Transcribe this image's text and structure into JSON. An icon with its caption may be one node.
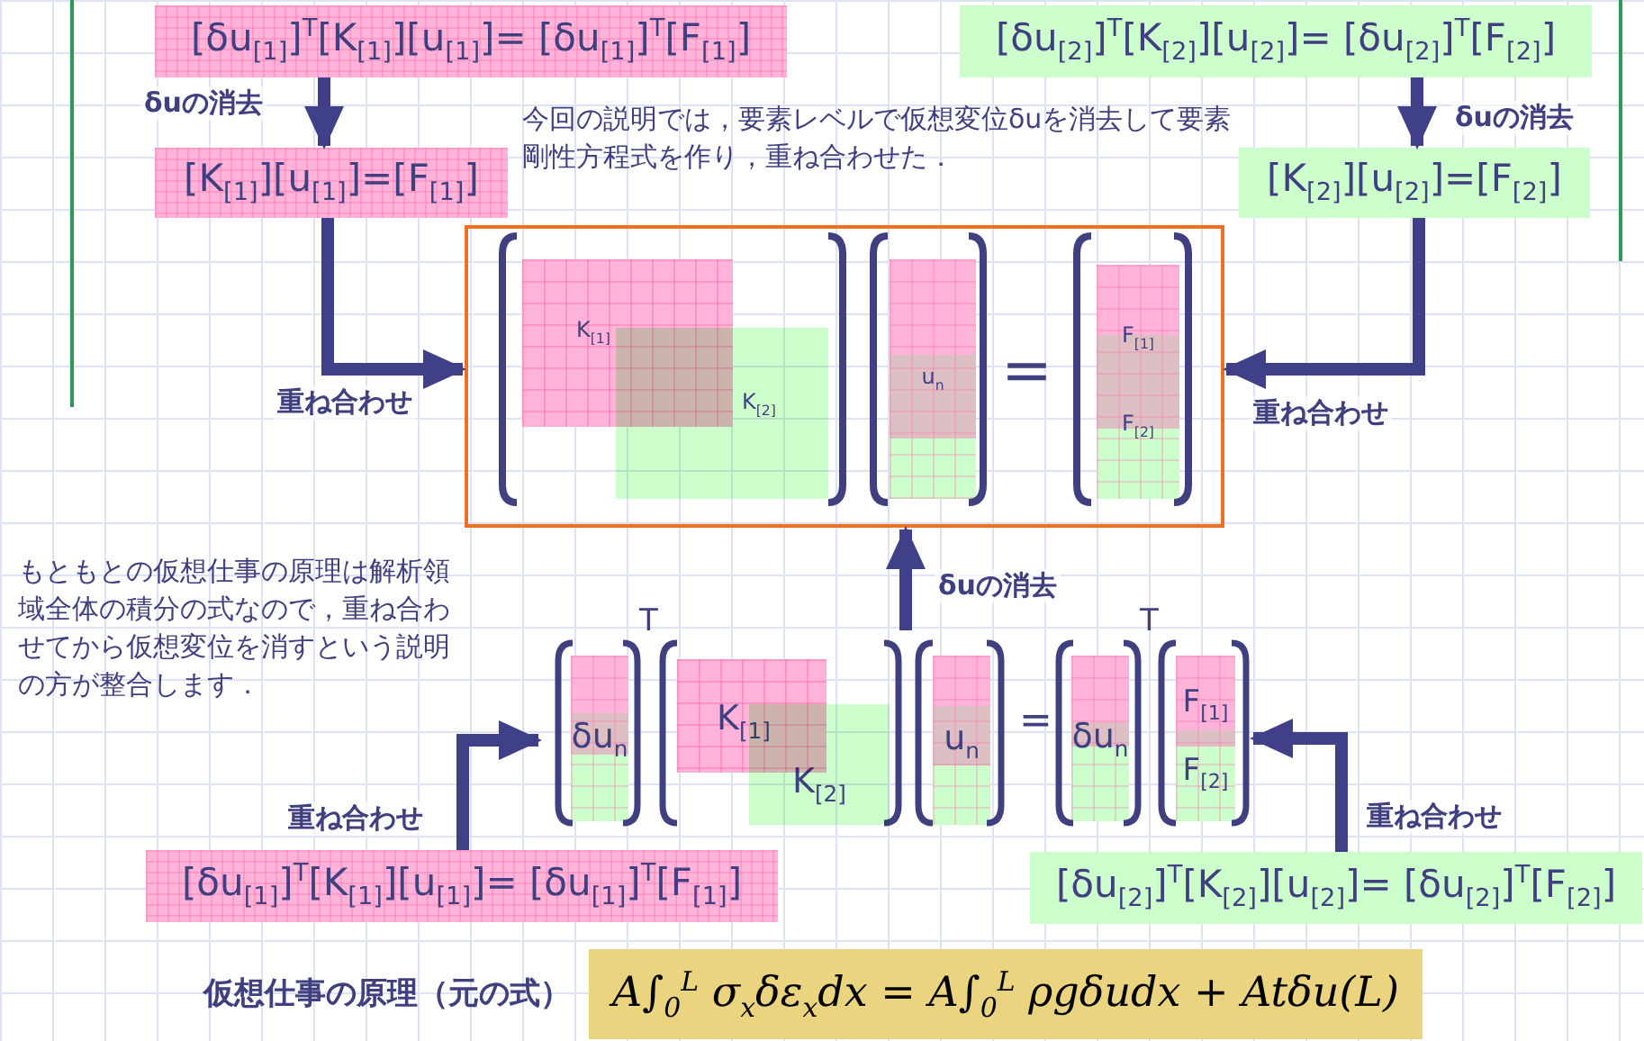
{
  "diagram": {
    "nodes": [
      {
        "text": [
          "[δu$_{[1]}$]$^{T}$[K$_{[1]}$][u$_{[1]}$]= [δu$_{[1]}$]$^{T}$[F$_{[1]}$]"
        ]
      },
      {
        "text": [
          "[K$_{[1]}$][u$_{[1]}$]=[F$_{[1]}$]"
        ]
      },
      {
        "text": [
          "[δu$_{[2]}$]$^{T}$[K$_{[2]}$][u$_{[2]}$]= [δu$_{[2]}$]$^{T}$[F$_{[2]}$]"
        ]
      },
      {
        "text": [
          "[K$_{[2]}$][u$_{[2]}$]=[F$_{[2]}$]"
        ]
      },
      {
        "text": [],
        "shape": "box"
      },
      {
        "text": [
          "K$_{[1]}$"
        ],
        "in": 4
      },
      {
        "text": [
          "K$_{[2]}$"
        ],
        "in": 4
      },
      {
        "text": [
          "u$_{n}$"
        ],
        "in": 4
      },
      {
        "text": [
          "F$_{[1]}$",
          "F$_{[2]}$"
        ],
        "in": 4
      },
      {
        "text": [],
        "shape": "box"
      },
      {
        "text": [
          "δu$_{n}$"
        ],
        "in": 9
      },
      {
        "text": [
          "K$_{[1]}$"
        ],
        "in": 9
      },
      {
        "text": [
          "K$_{[2]}$"
        ],
        "in": 9
      },
      {
        "text": [
          "u$_{n}$"
        ],
        "in": 9
      },
      {
        "text": [
          "δu$_{n}$"
        ],
        "in": 9
      },
      {
        "text": [
          "F$_{[1]}$",
          "F$_{[2]}$"
        ],
        "in": 9
      },
      {
        "text": [
          "[δu$_{[1]}$]$^{T}$[K$_{[1]}$][u$_{[1]}$]= [δu$_{[1]}$]$^{T}$[F$_{[1]}$]"
        ]
      },
      {
        "text": [
          "[δu$_{[2]}$]$^{T}$[K$_{[2]}$][u$_{[2]}$]= [δu$_{[2]}$]$^{T}$[F$_{[2]}$]"
        ]
      },
      {
        "text": [
          "A∫$_{0}$$^{L}$ σ$_{x}$δε$_{x}$dx = A∫$_{0}$$^{L}$ ρgδudx + Atδu(L)"
        ],
        "beside": [
          "仮想仕事の原理（元の式）"
        ]
      }
    ],
    "edges": [
      {
        "from": 0,
        "to": 1,
        "arrow": "to",
        "label": "δuの消去"
      },
      {
        "from": 1,
        "to": 4,
        "arrow": "to",
        "label": "重ね合わせ"
      },
      {
        "from": 2,
        "to": 3,
        "arrow": "to",
        "label": "δuの消去"
      },
      {
        "from": 3,
        "to": 4,
        "arrow": "to",
        "label": "重ね合わせ"
      },
      {
        "from": 9,
        "to": 4,
        "arrow": "to",
        "label": "δuの消去"
      },
      {
        "from": 16,
        "to": 9,
        "arrow": "to",
        "label": "重ね合わせ"
      },
      {
        "from": 17,
        "to": 9,
        "arrow": "to",
        "label": "重ね合わせ"
      }
    ],
    "labels": [
      "今回の説明では，要素レベルで仮想変位δuを消去して要素剛性方程式を作り，重ね合わせた．",
      "=",
      "T",
      "=",
      "T",
      "もともとの仮想仕事の原理は解析領域全体の積分の式なので，重ね合わせてから仮想変位を消すという説明の方が整合します．"
    ]
  }
}
